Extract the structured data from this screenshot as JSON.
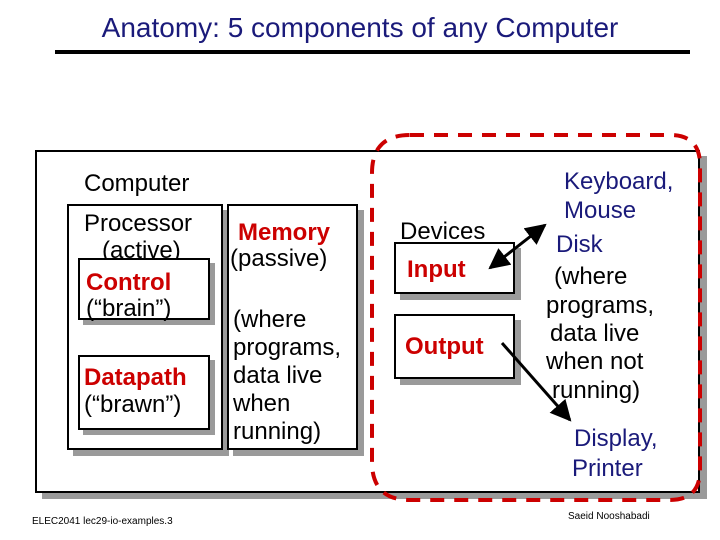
{
  "title": "Anatomy: 5 components of any Computer",
  "computer": {
    "label": "Computer"
  },
  "processor": {
    "label": "Processor",
    "sublabel": "(active)",
    "control": {
      "label": "Control",
      "desc": "(“brain”)"
    },
    "datapath": {
      "label": "Datapath",
      "desc": "(“brawn”)"
    }
  },
  "memory": {
    "label": "Memory",
    "sublabel": "(passive)",
    "desc": [
      "(where",
      "programs,",
      "data live",
      "when",
      "running)"
    ]
  },
  "devices": {
    "label": "Devices",
    "input": "Input",
    "output": "Output"
  },
  "input_examples": [
    "Keyboard,",
    "Mouse",
    "Disk",
    "(where",
    "programs,",
    "data live",
    "when not",
    "running)"
  ],
  "output_examples": [
    "Display,",
    "Printer"
  ],
  "footer": {
    "left": "ELEC2041 lec29-io-examples.3",
    "right": "Saeid Nooshabadi"
  },
  "colors": {
    "title": "#1a1a7a",
    "accent": "#cc0000",
    "examples": "#1a1a7a",
    "dashed_outline": "#cc0000"
  }
}
